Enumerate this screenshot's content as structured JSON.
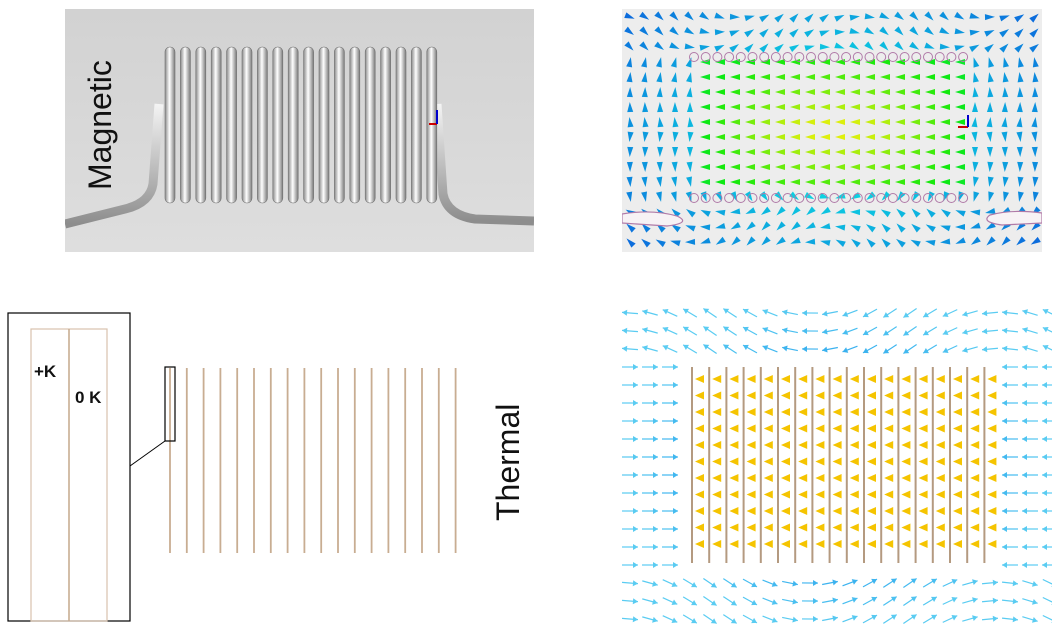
{
  "labels": {
    "magnetic": "Magnetic",
    "thermal": "Thermal",
    "hot_side": "+K",
    "cold_side": "0 K"
  },
  "colors": {
    "coil_wire": "#c8ad92",
    "render_bg": "#d8d8d8",
    "field_bg": "#ededed",
    "arrow_low": "#1f3fd6",
    "arrow_high": "#f5c400"
  },
  "coil": {
    "turns": 18
  }
}
